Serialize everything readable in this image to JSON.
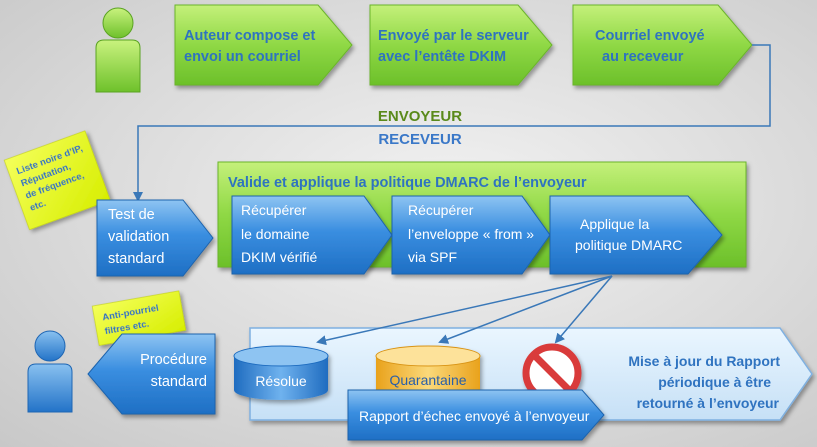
{
  "sender_steps": [
    {
      "line1": "Auteur compose et",
      "line2": "envoi un courriel"
    },
    {
      "line1": "Envoyé par le serveur",
      "line2": "avec l’entête DKIM"
    },
    {
      "line1": "Courriel envoyé",
      "line2": "au receveur"
    }
  ],
  "labels": {
    "sender": "ENVOYEUR",
    "receiver": "RECEVEUR"
  },
  "sticky_top": {
    "lines": [
      "Liste noire d’IP,",
      "Réputation,",
      "de fréquence,",
      "etc."
    ]
  },
  "sticky_bottom": {
    "lines": [
      "Anti-pourriel",
      "filtres etc."
    ]
  },
  "standard_test": {
    "lines": [
      "Test de",
      "validation",
      "standard"
    ]
  },
  "dmarc_panel": {
    "title": "Valide et applique la politique DMARC de l’envoyeur"
  },
  "dmarc_steps": [
    {
      "lines": [
        "Récupérer",
        "le domaine",
        "DKIM vérifié"
      ]
    },
    {
      "lines": [
        "Récupérer",
        "l’enveloppe « from »",
        "via SPF"
      ]
    },
    {
      "lines": [
        "Applique la",
        "politique DMARC"
      ]
    }
  ],
  "standard_procedure": {
    "lines": [
      "Procédure",
      "standard"
    ]
  },
  "outcomes": {
    "resolved": "Résolue",
    "quarantine": "Quarantaine"
  },
  "failure_report": "Rapport d’échec envoyé à l’envoyeur",
  "periodic_report": {
    "lines": [
      "Mise à jour du  Rapport",
      "périodique à être",
      "retourné à l’envoyeur"
    ]
  },
  "icons": {
    "person": "person-icon",
    "reject": "no-entry-icon",
    "database": "database-cylinder-icon"
  },
  "colors": {
    "green": "#7dcf35",
    "green_text": "#2f73c0",
    "blue": "#2a7dd3",
    "sender_label": "#5a8a1a",
    "receiver_label": "#3a78c8",
    "sticky": "#e8ff1a",
    "outcome_panel": "#e4f0fb",
    "quarantine": "#f6c243",
    "reject": "#e64545"
  }
}
